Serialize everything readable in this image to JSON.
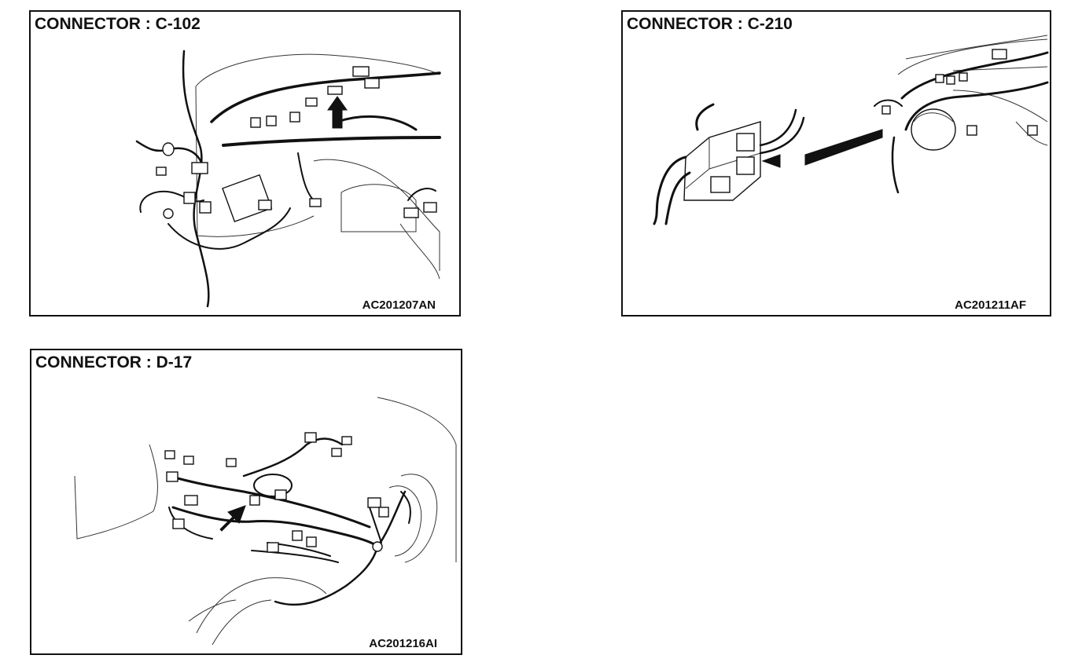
{
  "panels": [
    {
      "id": "c102",
      "title": "CONNECTOR : C-102",
      "ref": "AC201207AN"
    },
    {
      "id": "c210",
      "title": "CONNECTOR : C-210",
      "ref": "AC201211AF"
    },
    {
      "id": "d17",
      "title": "CONNECTOR : D-17",
      "ref": "AC201216AI"
    }
  ],
  "icons": {
    "pointer": "arrow-icon",
    "harness": "wiring-harness-illustration",
    "connector_detail": "connector-closeup-illustration"
  },
  "colors": {
    "line": "#111111",
    "background": "#ffffff"
  }
}
